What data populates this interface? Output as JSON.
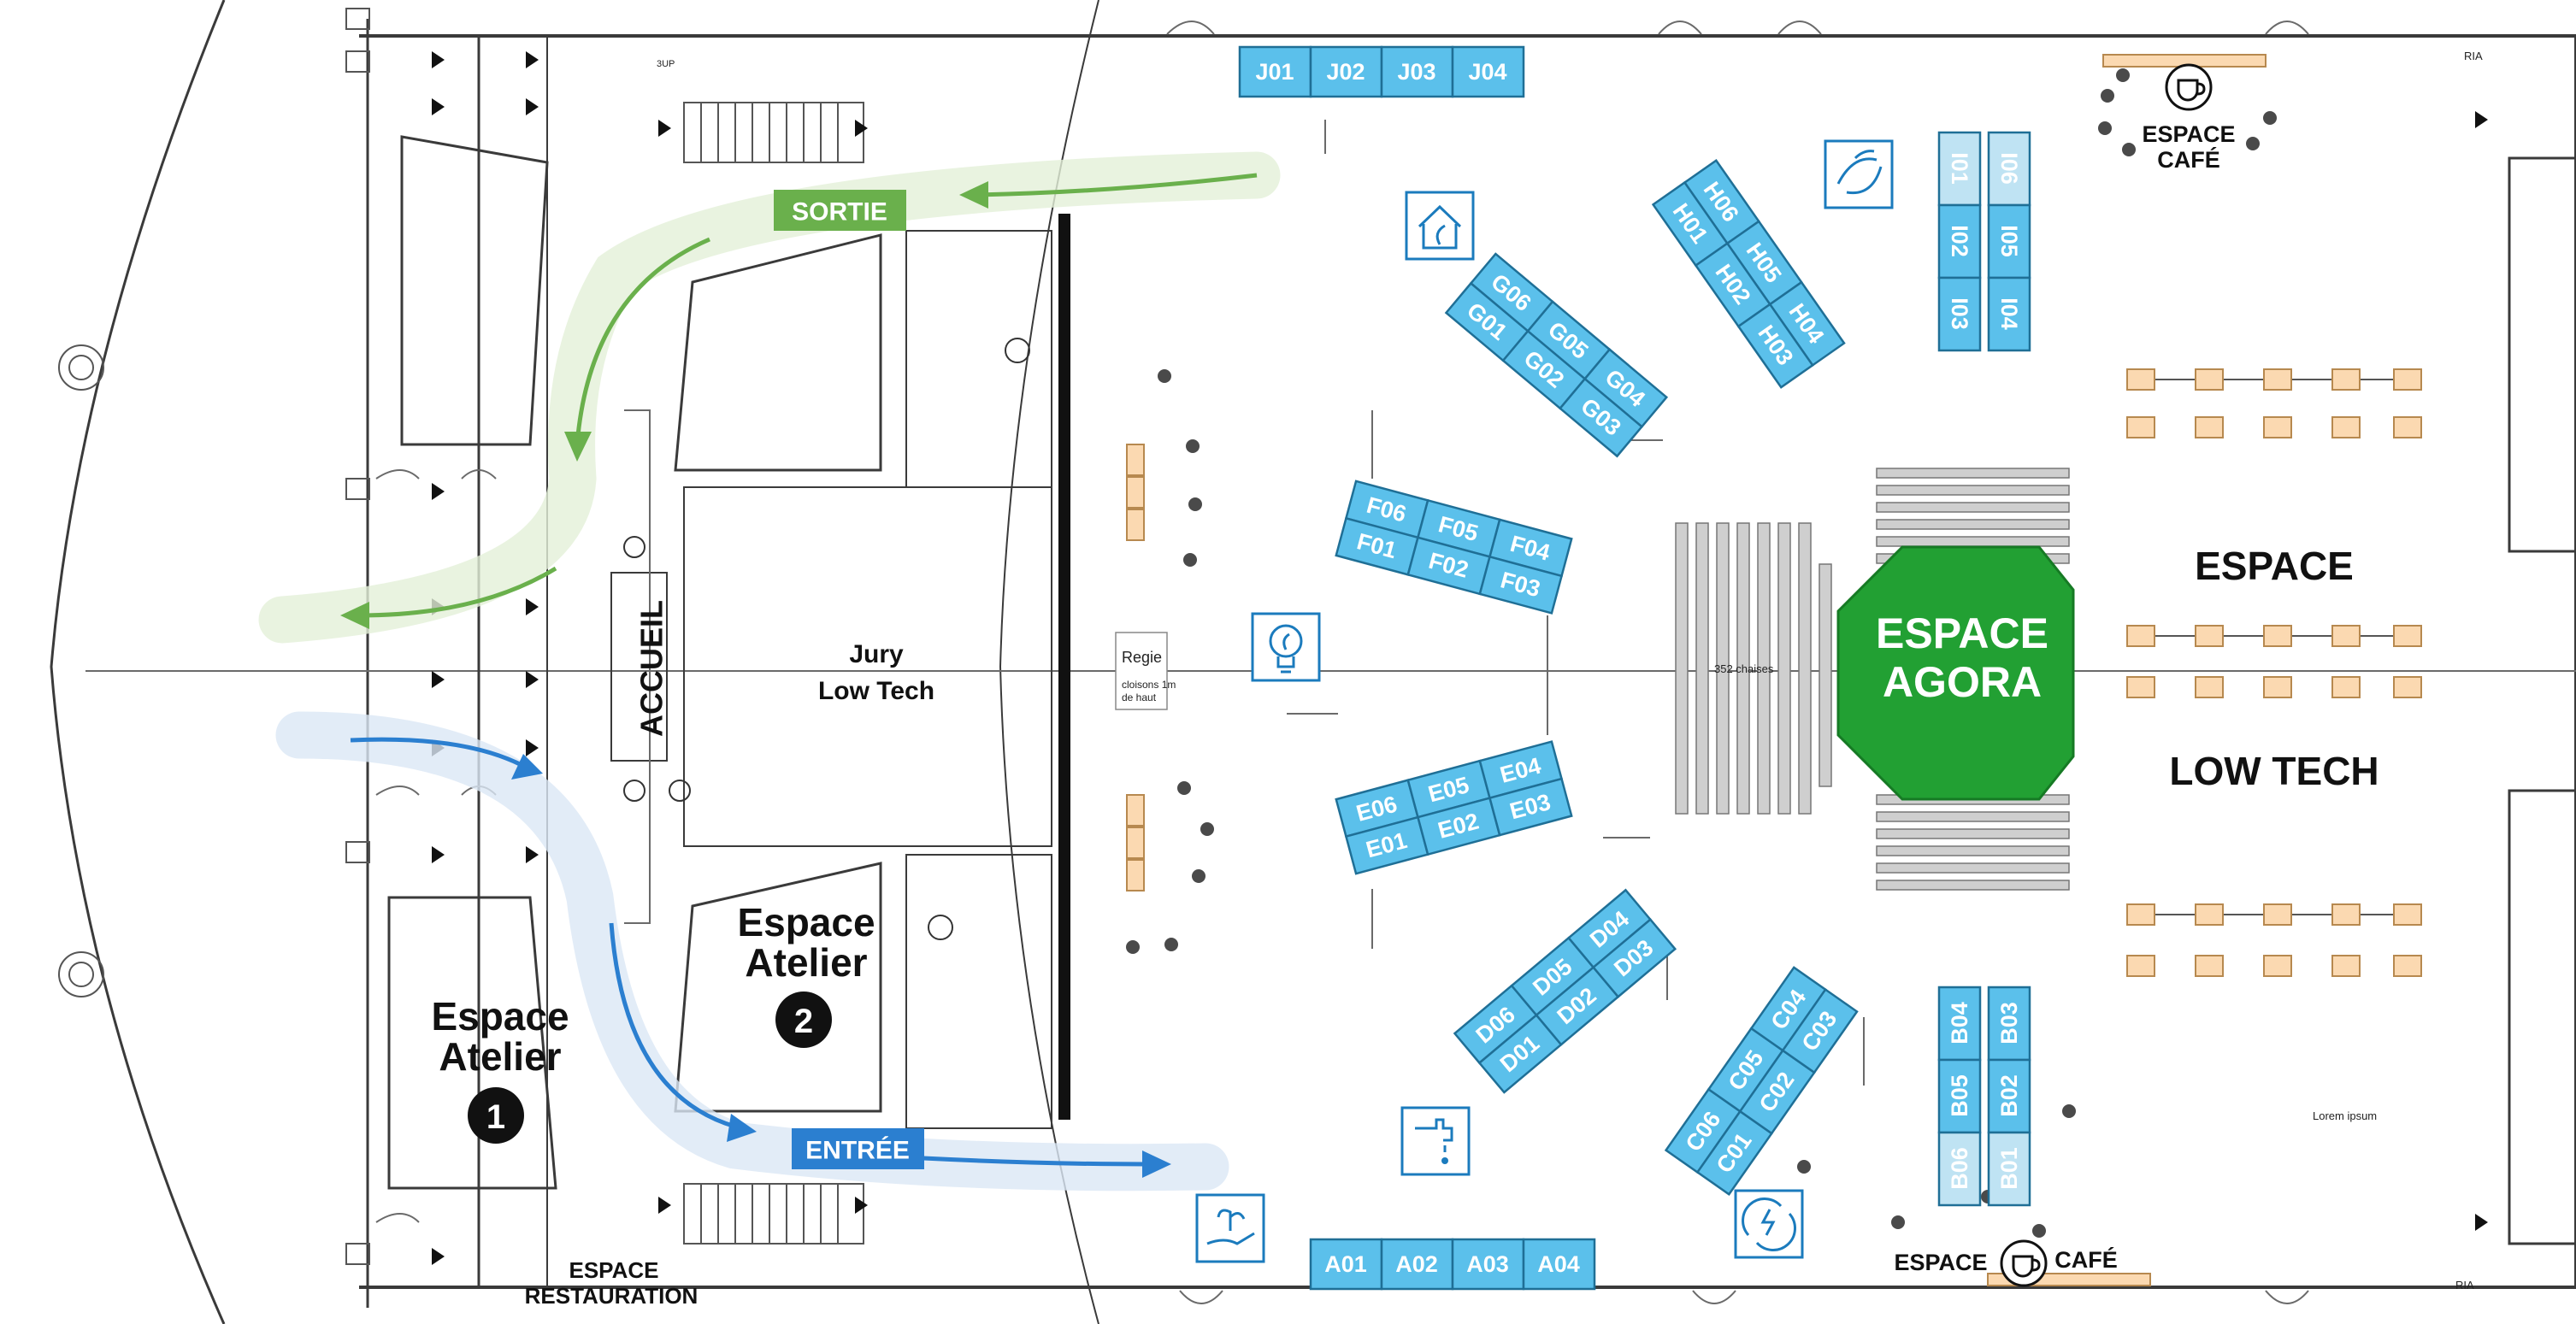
{
  "labels": {
    "sortie": "SORTIE",
    "entree": "ENTRÉE",
    "accueil": "ACCUEIL",
    "jury_line1": "Jury",
    "jury_line2": "Low Tech",
    "atelier1_line1": "Espace",
    "atelier1_line2": "Atelier",
    "atelier1_number": "1",
    "atelier2_line1": "Espace",
    "atelier2_line2": "Atelier",
    "atelier2_number": "2",
    "agora_line1": "ESPACE",
    "agora_line2": "AGORA",
    "chairs_count": "352 chaises",
    "lowtech_line1": "ESPACE",
    "lowtech_line2": "LOW TECH",
    "cafe_top_line1": "ESPACE",
    "cafe_top_line2": "CAFÉ",
    "cafe_bottom_left": "ESPACE",
    "cafe_bottom_right": "CAFÉ",
    "restauration_line1": "ESPACE",
    "restauration_line2": "RESTAURATION",
    "regie": "Regie",
    "regie_note_1": "cloisons 1m",
    "regie_note_2": "de haut",
    "lorem": "Lorem ipsum",
    "ria_top": "RIA",
    "ria_bottom": "RIA",
    "stair_up": "3UP"
  },
  "booths": {
    "J": [
      "J01",
      "J02",
      "J03",
      "J04"
    ],
    "A": [
      "A01",
      "A02",
      "A03",
      "A04"
    ],
    "G": [
      "G01",
      "G02",
      "G03",
      "G04",
      "G05",
      "G06"
    ],
    "H": [
      "H01",
      "H02",
      "H03",
      "H04",
      "H05",
      "H06"
    ],
    "F": [
      "F01",
      "F02",
      "F03",
      "F04",
      "F05",
      "F06"
    ],
    "E": [
      "E01",
      "E02",
      "E03",
      "E04",
      "E05",
      "E06"
    ],
    "D": [
      "D01",
      "D02",
      "D03",
      "D04",
      "D05",
      "D06"
    ],
    "C": [
      "C01",
      "C02",
      "C03",
      "C04",
      "C05",
      "C06"
    ],
    "I": [
      "I01",
      "I02",
      "I03",
      "I04",
      "I05",
      "I06"
    ],
    "B": [
      "B01",
      "B02",
      "B03",
      "B04",
      "B05",
      "B06"
    ],
    "unavailable": [
      "I01",
      "I06",
      "B01",
      "B06"
    ]
  },
  "colors": {
    "booth": "#5bc0eb",
    "booth_unavailable": "#bfe3f3",
    "exit_arrow": "#6ab04c",
    "entry_arrow": "#2b7fd0",
    "agora": "#22a033",
    "icon": "#1b7bbd"
  },
  "icons": [
    "house-leaf-icon",
    "recycle-leaves-icon",
    "lightbulb-leaf-icon",
    "water-tap-icon",
    "hand-plant-icon",
    "energy-cycle-icon",
    "coffee-cup-icon",
    "accessibility-icon"
  ]
}
